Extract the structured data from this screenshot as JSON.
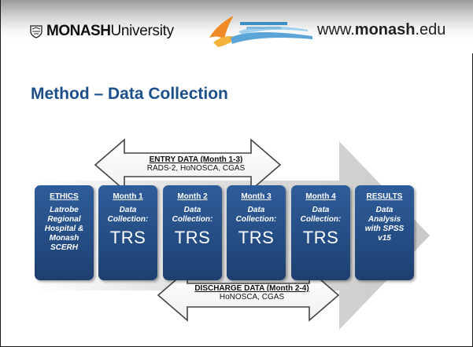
{
  "header": {
    "university_strong": "MONASH",
    "university_light": "University",
    "url_prefix": "www.",
    "url_bold": "monash",
    "url_suffix": ".edu"
  },
  "slide": {
    "title": "Method – Data Collection"
  },
  "diagram": {
    "entry_band": {
      "title": "ENTRY DATA (Month 1-3)",
      "subtitle": "RADS-2, HoNOSCA, CGAS"
    },
    "discharge_band": {
      "title": "DISCHARGE DATA (Month 2-4)",
      "subtitle": "HoNOSCA, CGAS"
    },
    "stages": [
      {
        "heading": "ETHICS",
        "lines": [
          "Latrobe",
          "Regional",
          "Hospital &",
          "Monash",
          "SCERH"
        ],
        "big": ""
      },
      {
        "heading": "Month 1",
        "lines": [
          "Data",
          "Collection:"
        ],
        "big": "TRS"
      },
      {
        "heading": "Month 2",
        "lines": [
          "Data",
          "Collection:"
        ],
        "big": "TRS"
      },
      {
        "heading": "Month 3",
        "lines": [
          "Data",
          "Collection:"
        ],
        "big": "TRS"
      },
      {
        "heading": "Month 4",
        "lines": [
          "Data",
          "Collection:"
        ],
        "big": "TRS"
      },
      {
        "heading": "RESULTS",
        "lines": [
          "Data",
          "Analysis",
          "with SPSS",
          "v15"
        ],
        "big": ""
      }
    ]
  },
  "colors": {
    "title": "#1c4f8a",
    "stage_fill": "#2a558f",
    "background_arrow": "#cfcfcf"
  },
  "icons": {
    "crest": "monash-crest-icon",
    "logo": "orange-blue-swoosh-logo"
  }
}
